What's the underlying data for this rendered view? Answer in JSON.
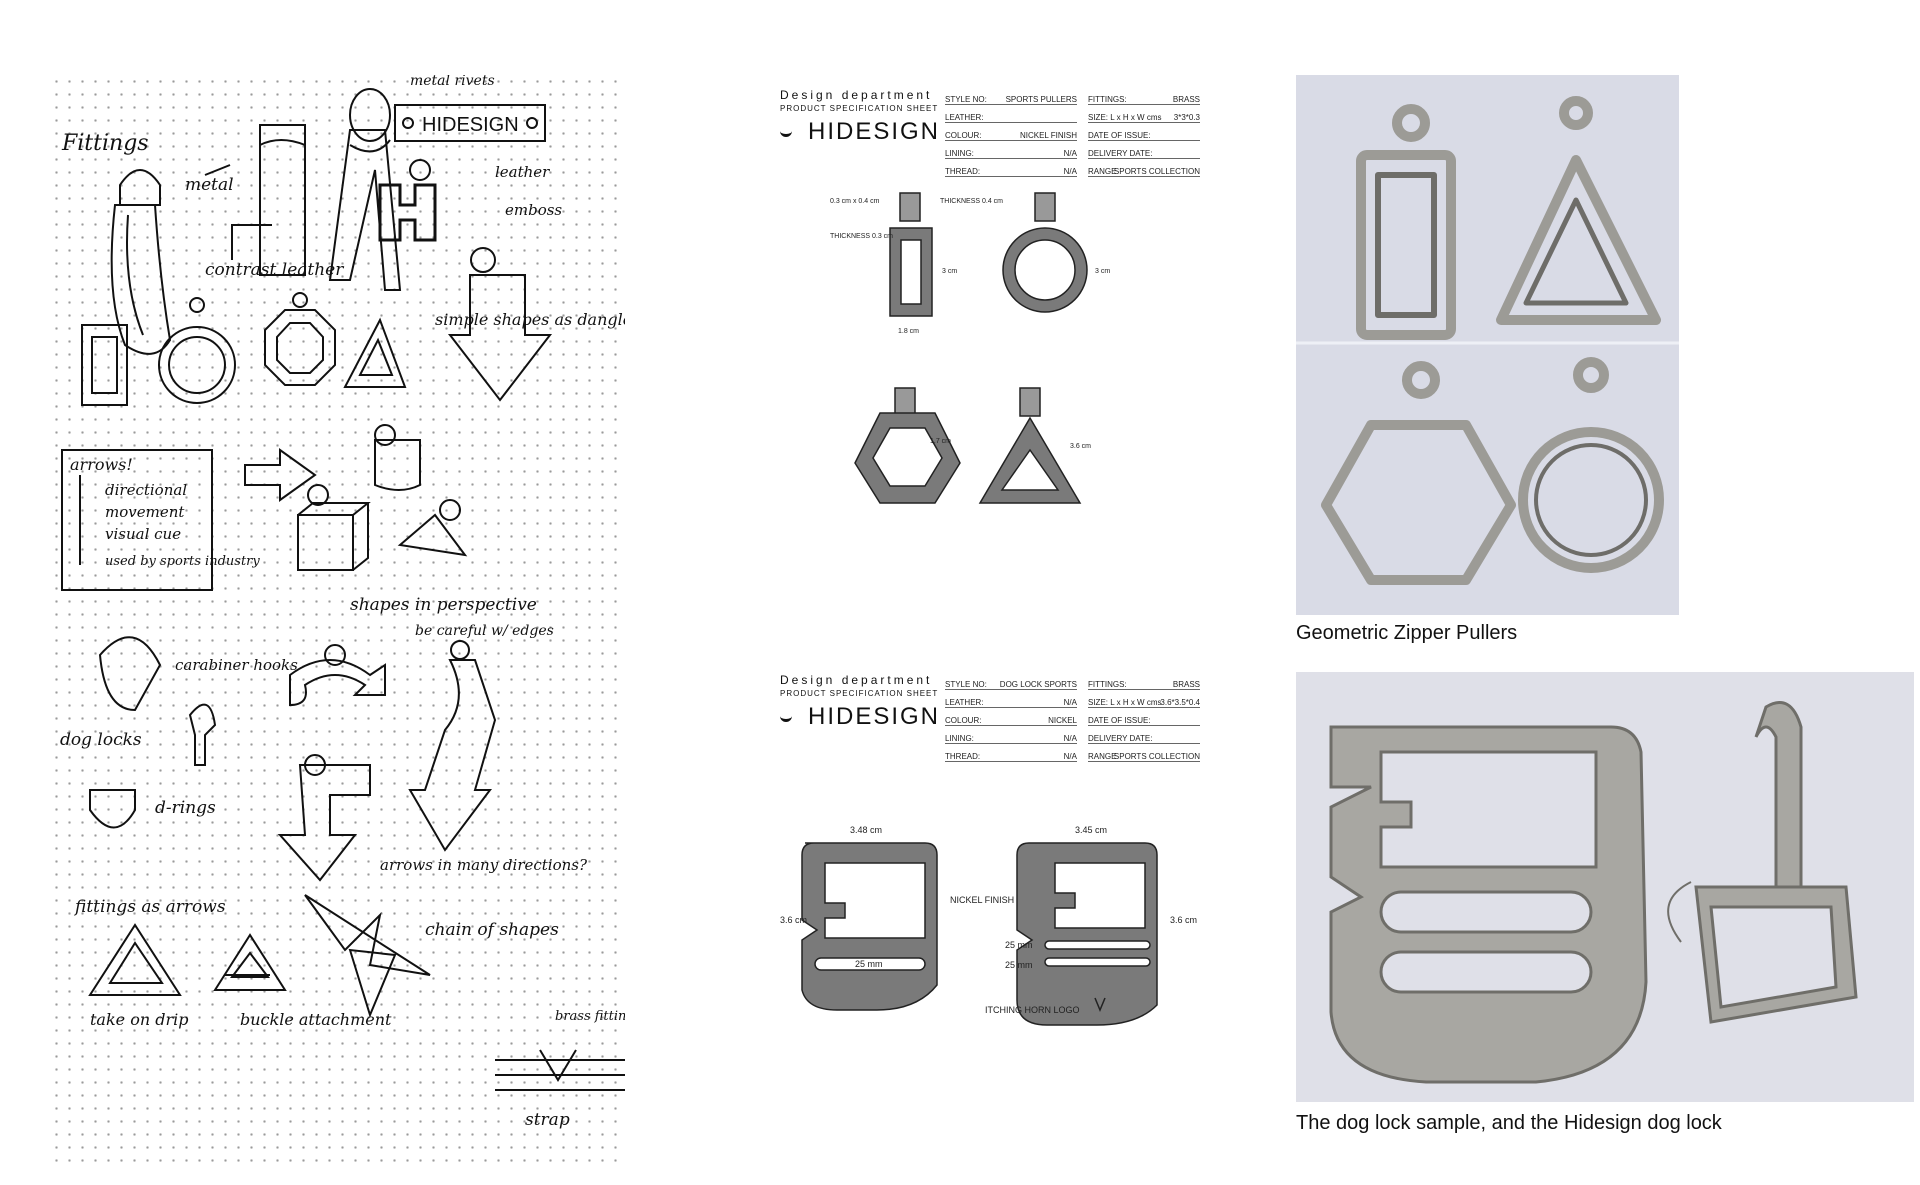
{
  "sketch": {
    "notes": {
      "fittings": "Fittings",
      "metal": "metal",
      "contrast_leather": "contrast leather",
      "metal_rivets": "metal rivets",
      "hidesign_tag": "HIDESIGN",
      "leather": "leather",
      "emboss": "emboss",
      "simple_shapes": "simple shapes as dangle object / pullers",
      "arrows_header": "arrows!",
      "arrows_list": [
        "directional",
        "movement",
        "visual cue",
        "used by sports industry"
      ],
      "shapes_in_perspective": "shapes in perspective",
      "carabiner_hooks": "carabiner hooks",
      "be_careful": "be careful w/ edges",
      "dog_locks": "dog locks",
      "d_rings": "d-rings",
      "arrows_many": "arrows in many directions?",
      "fittings_as_arrows": "fittings as arrows",
      "chain_of_shapes": "chain of shapes",
      "take_on_drip": "take on drip",
      "buckle_attachment": "buckle attachment",
      "brass_fitting": "brass fitting",
      "strap": "strap"
    }
  },
  "spec_sheets": [
    {
      "dept": "Design department",
      "sub": "PRODUCT SPECIFICATION SHEET",
      "brand": "HIDESIGN",
      "left_fields": [
        {
          "k": "STYLE NO:",
          "v": "SPORTS PULLERS"
        },
        {
          "k": "LEATHER:",
          "v": ""
        },
        {
          "k": "COLOUR:",
          "v": "NICKEL FINISH"
        },
        {
          "k": "LINING:",
          "v": "N/A"
        },
        {
          "k": "THREAD:",
          "v": "N/A"
        }
      ],
      "right_fields": [
        {
          "k": "FITTINGS:",
          "v": "BRASS"
        },
        {
          "k": "SIZE: L x H x W cms",
          "v": "3*3*0.3"
        },
        {
          "k": "DATE OF ISSUE:",
          "v": ""
        },
        {
          "k": "DELIVERY DATE:",
          "v": ""
        },
        {
          "k": "RANGE",
          "v": "SPORTS COLLECTION"
        }
      ],
      "annotations": {
        "a1": "0.3 cm x 0.4 cm",
        "a2": "THICKNESS 0.4 cm",
        "a3": "THICKNESS 0.3 cm",
        "a4": "3 cm",
        "a5": "3 cm",
        "a6": "1.8 cm",
        "a7": "1.7 cm",
        "a8": "3.6 cm"
      }
    },
    {
      "dept": "Design department",
      "sub": "PRODUCT SPECIFICATION SHEET",
      "brand": "HIDESIGN",
      "left_fields": [
        {
          "k": "STYLE NO:",
          "v": "DOG LOCK SPORTS"
        },
        {
          "k": "LEATHER:",
          "v": "N/A"
        },
        {
          "k": "COLOUR:",
          "v": "NICKEL"
        },
        {
          "k": "LINING:",
          "v": "N/A"
        },
        {
          "k": "THREAD:",
          "v": "N/A"
        }
      ],
      "right_fields": [
        {
          "k": "FITTINGS:",
          "v": "BRASS"
        },
        {
          "k": "SIZE: L x H x W cms",
          "v": "3.6*3.5*0.4"
        },
        {
          "k": "DATE OF ISSUE:",
          "v": ""
        },
        {
          "k": "DELIVERY DATE:",
          "v": ""
        },
        {
          "k": "RANGE",
          "v": "SPORTS COLLECTION"
        }
      ],
      "annotations": {
        "w1": "3.48 cm",
        "w2": "3.45 cm",
        "h1": "3.6 cm",
        "h2": "3.6 cm",
        "s1": "25 mm",
        "s2": "25 mm",
        "s3": "25 mm",
        "finish": "NICKEL FINISH",
        "logo": "ITCHING HORN LOGO"
      }
    }
  ],
  "captions": {
    "pullers": "Geometric Zipper Pullers",
    "doglock": "The dog lock sample, and the Hidesign dog lock"
  },
  "colors": {
    "fill_grey": "#7a7a7a",
    "photo_bg": "#d9dbe6",
    "metal": "#a9a9a6"
  }
}
